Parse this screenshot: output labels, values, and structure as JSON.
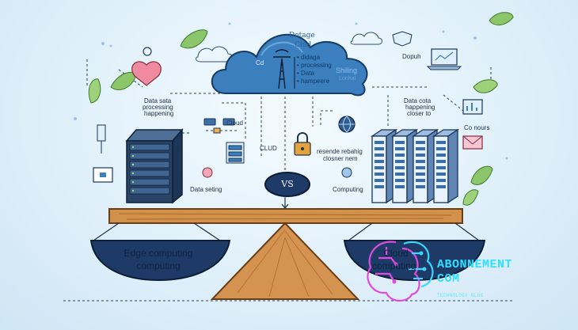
{
  "cloud": {
    "title_1": "Dotage",
    "title_2": "Clud",
    "side_label": "Cd",
    "lines": [
      "• didaga",
      "• processing",
      "• Data",
      "• hampeere"
    ],
    "right_label_1": "Shiling",
    "right_label_2": "Lonhal"
  },
  "left_labels": {
    "processing_1": "Data sata",
    "processing_2": "processing",
    "processing_3": "happening",
    "cloud_small": "Cloud",
    "cloud_caps": "CLUD",
    "data_seting": "Data seting"
  },
  "right_labels": {
    "dopuh": "Dopuh",
    "closer_1": "Data cota",
    "closer_2": "happening",
    "closer_3": "closer to",
    "hours_1": "Co nours",
    "resende_1": "resende rebahig",
    "resende_2": "closner nem",
    "computing": "Computing"
  },
  "vs_label": "VS",
  "left_pan": {
    "line_1": "Edge computing",
    "line_2": "computing"
  },
  "right_pan": {
    "line_1": "Cloud",
    "line_2": "computing"
  },
  "watermark": {
    "line_1": "ABONNEMENT",
    "line_2": "COM",
    "tagline": "TECHNOLOGY BLOG"
  },
  "colors": {
    "navy": "#1e3a66",
    "cloud_blue": "#3479b8",
    "wood": "#c98a45",
    "accent_cyan": "#2de0ff",
    "accent_pink": "#d646d9"
  }
}
